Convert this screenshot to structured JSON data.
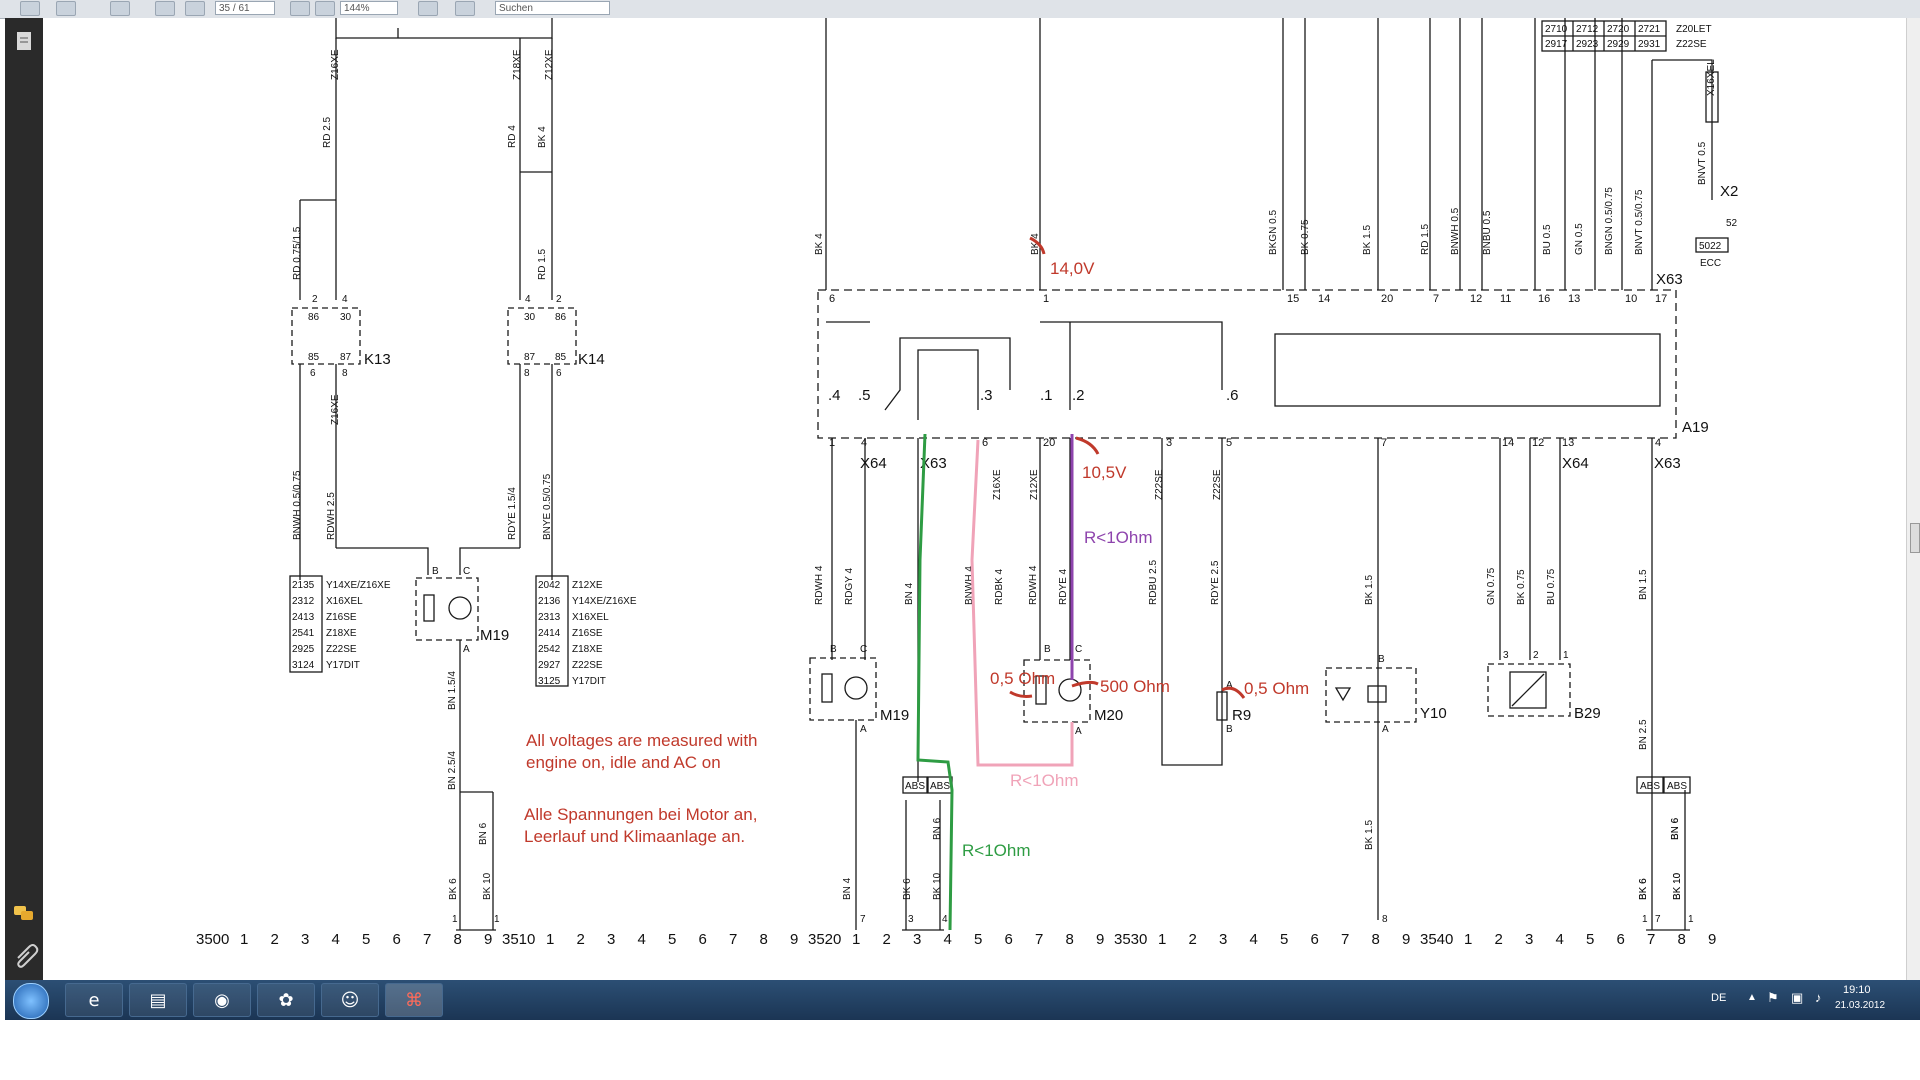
{
  "toolbar": {
    "page_field": "35 / 61",
    "zoom_field": "144%",
    "search_placeholder": "Suchen"
  },
  "schematic": {
    "wire_vertical_labels": [
      "RD 2.5",
      "RD 4",
      "BK 4",
      "RD 0.75/1.5",
      "RD 1.5",
      "BNWH 0.5/0.75",
      "RDWH 2.5",
      "RDYE 1.5/4",
      "BNYE 0.5/0.75",
      "BN 1.5/4",
      "BN 2.5/4",
      "BN 6",
      "BK 6",
      "BK 10",
      "BK 4",
      "BK 4",
      "BKGN 0.5",
      "BK 0.75",
      "BK 1.5",
      "RD 1.5",
      "BNWH 0.5",
      "BNBU 0.5",
      "BU 0.5",
      "GN 0.5",
      "BNGN 0.5/0.75",
      "BNVT 0.5/0.75",
      "BNVT 0.5",
      "RDWH 4",
      "RDGY 4",
      "BN 4",
      "BNWH 4",
      "RDBK 4",
      "RDWH 4",
      "RDYE 4",
      "RDBU 2.5",
      "RDYE 2.5",
      "BK 1.5",
      "GN 0.75",
      "BK 0.75",
      "BU 0.75",
      "BK 1.5",
      "BN 2.5",
      "BN 6",
      "BK 10",
      "BK 6",
      "BN 4",
      "BK 6",
      "BK 10",
      "BN 6",
      "BN 1.5",
      "BK 6",
      "BK 10",
      "BN 6"
    ],
    "fuse_labels": [
      "Z16XE",
      "Z18XE",
      "Z12XE",
      "Z16XE",
      "Z16XE",
      "Z12XE",
      "Z22SE",
      "Z22SE",
      "X16XEL"
    ],
    "components": {
      "k13": "K13",
      "k14": "K14",
      "m19_left": "M19",
      "m19_right": "M19",
      "m20": "M20",
      "r9": "R9",
      "y10": "Y10",
      "b29": "B29",
      "a19": "A19",
      "x2": "X2",
      "x2_pin": "52",
      "ecc_box": "5022",
      "ecc_label": "ECC",
      "x63_top": "X63",
      "x64_a": "X64",
      "x63_a": "X63",
      "x64_b": "X64",
      "x63_b": "X63"
    },
    "relay_pins": {
      "k13": [
        "2",
        "4",
        "86",
        "30",
        "85",
        "87",
        "6",
        "8"
      ],
      "k14": [
        "4",
        "2",
        "30",
        "86",
        "87",
        "85",
        "8",
        "6"
      ]
    },
    "motor_pins": [
      "B",
      "C",
      "A",
      "B",
      "C",
      "A",
      "B",
      "C",
      "A",
      "A",
      "B",
      "B",
      "A",
      "3",
      "2",
      "1"
    ],
    "engine_table_left": [
      {
        "code": "2135",
        "engine": "Y14XE/Z16XE"
      },
      {
        "code": "2312",
        "engine": "X16XEL"
      },
      {
        "code": "2413",
        "engine": "Z16SE"
      },
      {
        "code": "2541",
        "engine": "Z18XE"
      },
      {
        "code": "2925",
        "engine": "Z22SE"
      },
      {
        "code": "3124",
        "engine": "Y17DIT"
      }
    ],
    "engine_table_right": [
      {
        "code": "2042",
        "engine": "Z12XE"
      },
      {
        "code": "2136",
        "engine": "Y14XE/Z16XE"
      },
      {
        "code": "2313",
        "engine": "X16XEL"
      },
      {
        "code": "2414",
        "engine": "Z16SE"
      },
      {
        "code": "2542",
        "engine": "Z18XE"
      },
      {
        "code": "2927",
        "engine": "Z22SE"
      },
      {
        "code": "3125",
        "engine": "Y17DIT"
      }
    ],
    "top_table": {
      "row1": [
        "2710",
        "2712",
        "2720",
        "2721"
      ],
      "row2": [
        "2917",
        "2923",
        "2929",
        "2931"
      ],
      "label1": "Z20LET",
      "label2": "Z22SE"
    },
    "a19_top_pins": [
      "6",
      "1",
      "15",
      "14",
      "20",
      "7",
      "12",
      "11",
      "16",
      "13",
      "10",
      "17"
    ],
    "a19_contacts": [
      ".4",
      ".5",
      ".3",
      ".1",
      ".2",
      ".6"
    ],
    "a19_bottom_pins": [
      "1",
      "4",
      "6",
      "20",
      "3",
      "5",
      "7",
      "14",
      "12",
      "13",
      "4"
    ],
    "abs_labels": [
      "ABS",
      "ABS",
      "ABS",
      "ABS"
    ],
    "ground_pins": [
      "1",
      "1",
      "7",
      "3",
      "4",
      "8",
      "7",
      "1",
      "1"
    ],
    "bottom_ruler": [
      {
        "label": "3500",
        "ticks": [
          "1",
          "2",
          "3",
          "4",
          "5",
          "6",
          "7",
          "8",
          "9"
        ]
      },
      {
        "label": "3510",
        "ticks": [
          "1",
          "2",
          "3",
          "4",
          "5",
          "6",
          "7",
          "8",
          "9"
        ]
      },
      {
        "label": "3520",
        "ticks": [
          "1",
          "2",
          "3",
          "4",
          "5",
          "6",
          "7",
          "8",
          "9"
        ]
      },
      {
        "label": "3530",
        "ticks": [
          "1",
          "2",
          "3",
          "4",
          "5",
          "6",
          "7",
          "8",
          "9"
        ]
      },
      {
        "label": "3540",
        "ticks": [
          "1",
          "2",
          "3",
          "4",
          "5",
          "6",
          "7",
          "8",
          "9"
        ]
      }
    ]
  },
  "annotations": {
    "v_14": "14,0V",
    "v_105": "10,5V",
    "r_purple": "R<1Ohm",
    "r_pink": "R<1Ohm",
    "r_green": "R<1Ohm",
    "ohm_05_a": "0,5 Ohm",
    "ohm_500": "500 Ohm",
    "ohm_05_b": "0,5 Ohm",
    "note_en_1": "All voltages are measured with",
    "note_en_2": "engine on, idle and AC on",
    "note_de_1": "Alle Spannungen bei Motor an,",
    "note_de_2": "Leerlauf und Klimaanlage an."
  },
  "taskbar": {
    "lang": "DE",
    "time": "19:10",
    "date": "21.03.2012",
    "apps": [
      "start-orb",
      "internet-explorer",
      "file-explorer",
      "firefox",
      "icq",
      "messenger",
      "adobe-reader"
    ]
  },
  "colors": {
    "wire": "#1a1a1a",
    "annotation_red": "#c0392b",
    "trace_green": "#2e9c43",
    "trace_pink": "#f0a3b8",
    "trace_purple": "#8e44ad",
    "taskbar": "#1f3d63"
  }
}
